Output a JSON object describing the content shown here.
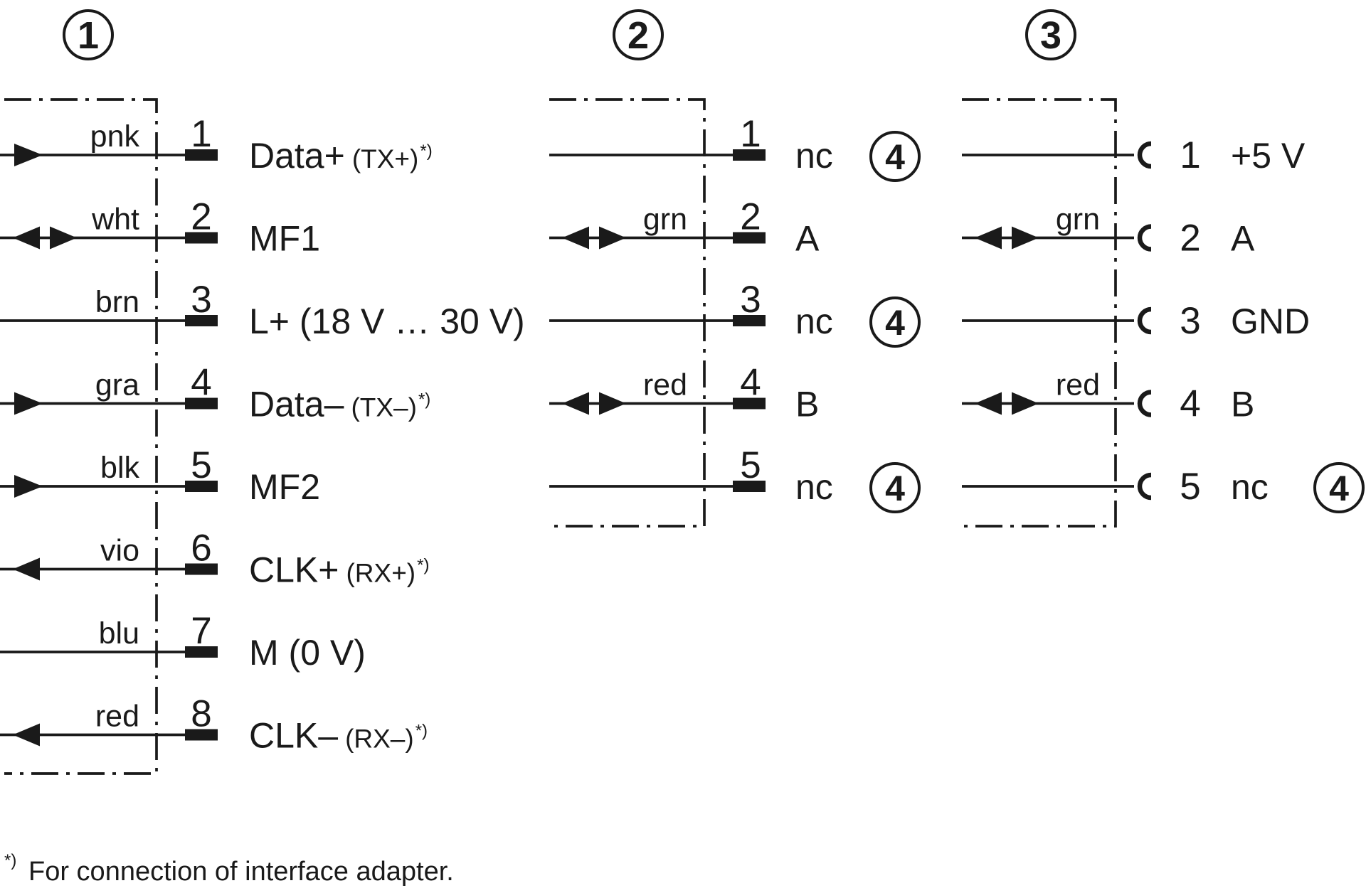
{
  "headers": [
    "1",
    "2",
    "3"
  ],
  "connector1": {
    "pins": [
      {
        "num": "1",
        "wire": "pnk",
        "signal": "Data+",
        "note": "(TX+)",
        "note_sup": "*)",
        "arrow": "right"
      },
      {
        "num": "2",
        "wire": "wht",
        "signal": "MF1",
        "note": "",
        "note_sup": "",
        "arrow": "both"
      },
      {
        "num": "3",
        "wire": "brn",
        "signal": "L+ (18 V … 30 V)",
        "note": "",
        "note_sup": "",
        "arrow": "none"
      },
      {
        "num": "4",
        "wire": "gra",
        "signal": "Data–",
        "note": "(TX–)",
        "note_sup": "*)",
        "arrow": "right"
      },
      {
        "num": "5",
        "wire": "blk",
        "signal": "MF2",
        "note": "",
        "note_sup": "",
        "arrow": "right"
      },
      {
        "num": "6",
        "wire": "vio",
        "signal": "CLK+",
        "note": "(RX+)",
        "note_sup": "*)",
        "arrow": "left"
      },
      {
        "num": "7",
        "wire": "blu",
        "signal": "M (0 V)",
        "note": "",
        "note_sup": "",
        "arrow": "none"
      },
      {
        "num": "8",
        "wire": "red",
        "signal": "CLK–",
        "note": "(RX–)",
        "note_sup": "*)",
        "arrow": "left"
      }
    ]
  },
  "connector2": {
    "pins": [
      {
        "num": "1",
        "wire": "",
        "signal": "nc",
        "arrow": "none",
        "marker": "4"
      },
      {
        "num": "2",
        "wire": "grn",
        "signal": "A",
        "arrow": "both",
        "marker": ""
      },
      {
        "num": "3",
        "wire": "",
        "signal": "nc",
        "arrow": "none",
        "marker": "4"
      },
      {
        "num": "4",
        "wire": "red",
        "signal": "B",
        "arrow": "both",
        "marker": ""
      },
      {
        "num": "5",
        "wire": "",
        "signal": "nc",
        "arrow": "none",
        "marker": "4"
      }
    ]
  },
  "connector3": {
    "pins": [
      {
        "num": "1",
        "wire": "",
        "signal": "+5 V",
        "arrow": "none",
        "marker": ""
      },
      {
        "num": "2",
        "wire": "grn",
        "signal": "A",
        "arrow": "both",
        "marker": ""
      },
      {
        "num": "3",
        "wire": "",
        "signal": "GND",
        "arrow": "none",
        "marker": ""
      },
      {
        "num": "4",
        "wire": "red",
        "signal": "B",
        "arrow": "both",
        "marker": ""
      },
      {
        "num": "5",
        "wire": "",
        "signal": "nc",
        "arrow": "none",
        "marker": "4"
      }
    ]
  },
  "footnote": {
    "mark": "*)",
    "text": "For connection of interface adapter."
  }
}
